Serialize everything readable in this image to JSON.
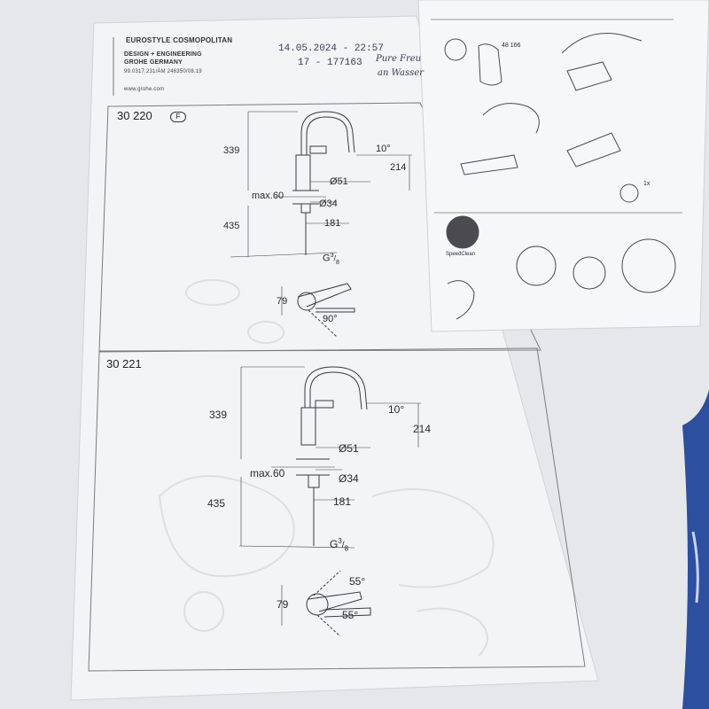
{
  "photo": {
    "description_tags": [
      "instruction-sheet",
      "faucet-dimensions-diagram",
      "cleaning-instructions-leaflet"
    ]
  },
  "sheet": {
    "brand_header": {
      "product_line": "EUROSTYLE COSMOPOLITAN",
      "line2": "DESIGN + ENGINEERING",
      "line3": "GROHE GERMANY",
      "doc_code": "99.0317.231/ÄM 246350/08.19",
      "website": "www.grohe.com"
    },
    "stamp": {
      "datetime": "14.05.2024 - 22:57",
      "reference": "17 - 177163"
    },
    "handwritten": {
      "line1": "Pure Freu",
      "line2": "an Wasser"
    },
    "diagram_1": {
      "model": "30 220",
      "badge": "F",
      "height_top": "339",
      "spout_angle": "10°",
      "spout_height": "214",
      "diameter_body": "Ø51",
      "max_thickness": "max.60",
      "diameter_hole": "Ø34",
      "height_bottom": "435",
      "reach": "181",
      "thread": "G",
      "thread_sup": "3",
      "thread_sub": "8",
      "handle_height": "79",
      "handle_angle": "90°"
    },
    "diagram_2": {
      "model": "30 221",
      "height_top": "339",
      "spout_angle": "10°",
      "spout_height": "214",
      "diameter_body": "Ø51",
      "max_thickness": "max.60",
      "diameter_hole": "Ø34",
      "height_bottom": "435",
      "reach": "181",
      "thread": "G",
      "thread_sup": "3",
      "thread_sub": "8",
      "handle_height": "79",
      "handle_angle_up": "55°",
      "handle_angle_down": "55°"
    }
  },
  "leaflet": {
    "part_number": "48 166",
    "cycle_label": "1x",
    "feature_label": "SpeedClean"
  },
  "colors": {
    "background": "#e7e8ea",
    "paper": "#f4f5f7",
    "ink": "#2a2a2e",
    "stamp_ink": "#3a3a55",
    "fabric_blue": "#2d4fa0"
  }
}
